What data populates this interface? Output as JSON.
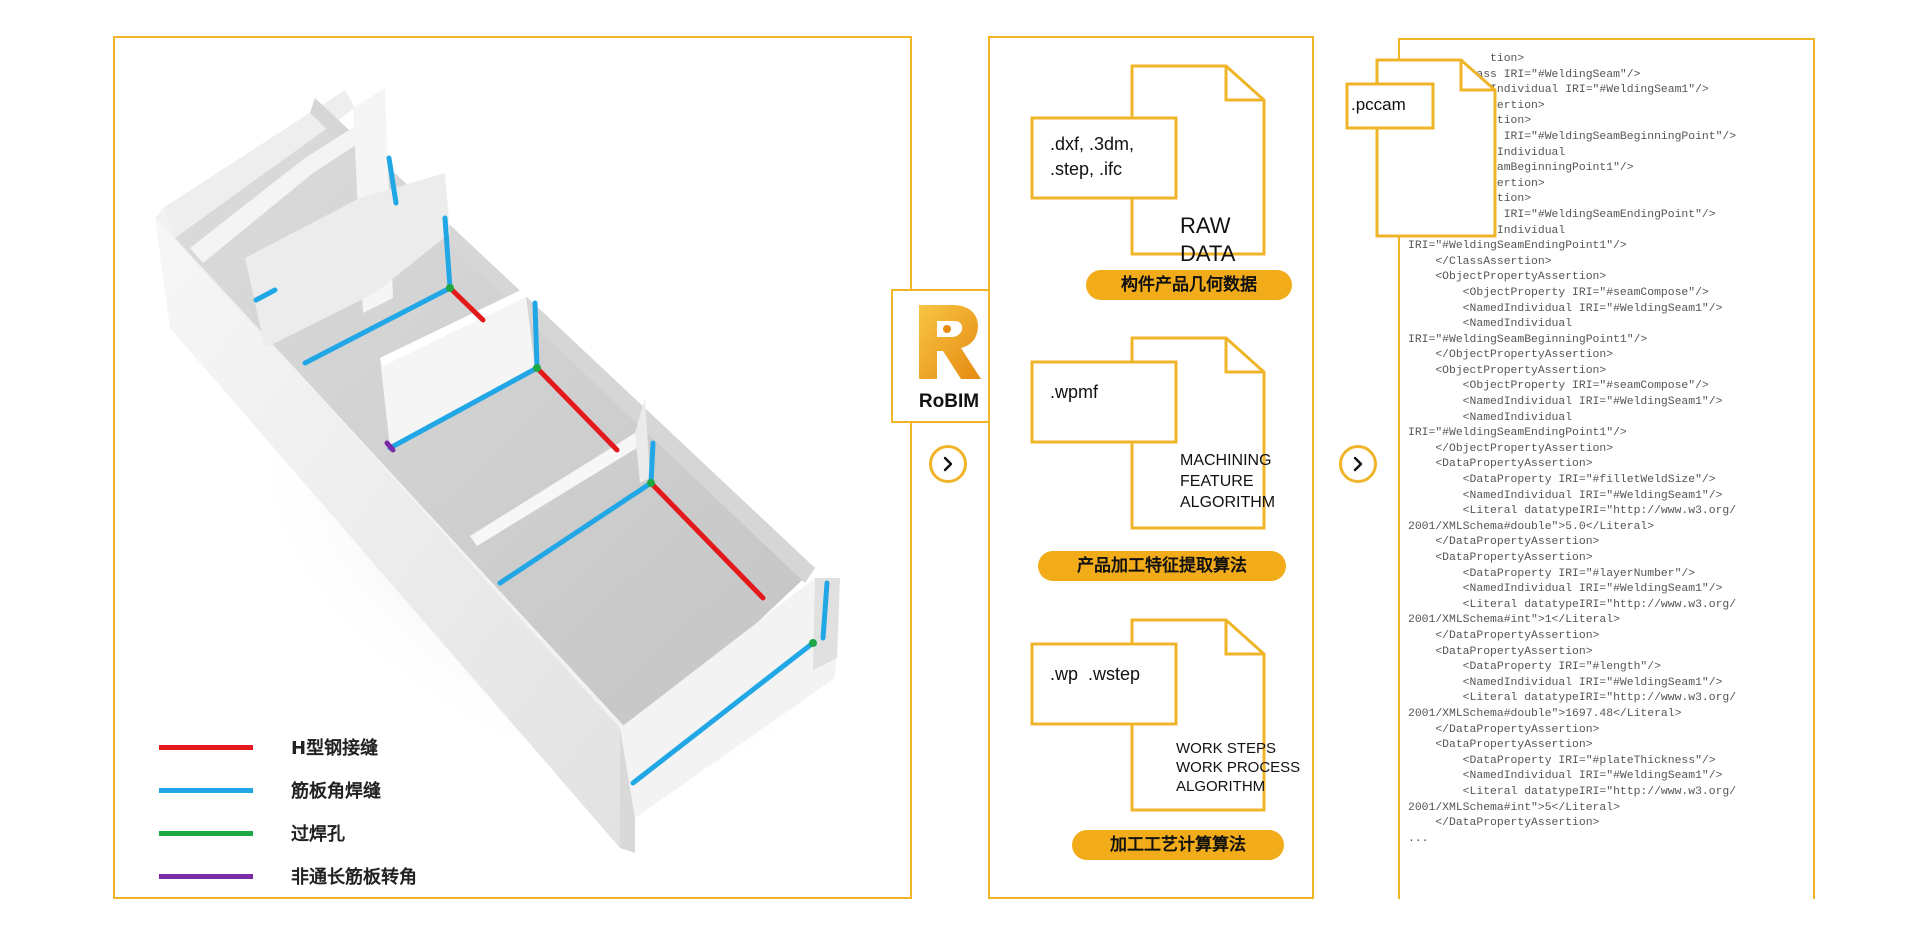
{
  "legend": [
    {
      "label": "H型钢接缝",
      "color": "#e3191b"
    },
    {
      "label": "筋板角焊缝",
      "color": "#22a7e6"
    },
    {
      "label": "过焊孔",
      "color": "#1ea845"
    },
    {
      "label": "非通长筋板转角",
      "color": "#7b2aa8"
    }
  ],
  "robim": {
    "name": "RoBIM"
  },
  "formats": [
    {
      "ext": ".dxf, .3dm,\n.step, .ifc",
      "desc": "RAW\nDATA",
      "pill": "构件产品几何数据"
    },
    {
      "ext": ".wpmf",
      "desc": "MACHINING\nFEATURE\nALGORITHM",
      "pill": "产品加工特征提取算法"
    },
    {
      "ext": ".wp  .wstep",
      "desc": "WORK STEPS\nWORK PROCESS\nALGORITHM",
      "pill": "加工工艺计算算法"
    }
  ],
  "pccam": {
    "ext": ".pccam"
  },
  "xml_text": "            tion>\n          ass IRI=\"#WeldingSeam\"/>\n          edIndividual IRI=\"#WeldingSeam1\"/>\n          Assertion>\n          sertion>\n          ass IRI=\"#WeldingSeamBeginningPoint\"/>\n          medIndividual\n          gSeamBeginningPoint1\"/>\n          Assertion>\n          sertion>\n          ass IRI=\"#WeldingSeamEndingPoint\"/>\n          medIndividual\nIRI=\"#WeldingSeamEndingPoint1\"/>\n    </ClassAssertion>\n    <ObjectPropertyAssertion>\n        <ObjectProperty IRI=\"#seamCompose\"/>\n        <NamedIndividual IRI=\"#WeldingSeam1\"/>\n        <NamedIndividual\nIRI=\"#WeldingSeamBeginningPoint1\"/>\n    </ObjectPropertyAssertion>\n    <ObjectPropertyAssertion>\n        <ObjectProperty IRI=\"#seamCompose\"/>\n        <NamedIndividual IRI=\"#WeldingSeam1\"/>\n        <NamedIndividual\nIRI=\"#WeldingSeamEndingPoint1\"/>\n    </ObjectPropertyAssertion>\n    <DataPropertyAssertion>\n        <DataProperty IRI=\"#filletWeldSize\"/>\n        <NamedIndividual IRI=\"#WeldingSeam1\"/>\n        <Literal datatypeIRI=\"http://www.w3.org/\n2001/XMLSchema#double\">5.0</Literal>\n    </DataPropertyAssertion>\n    <DataPropertyAssertion>\n        <DataProperty IRI=\"#layerNumber\"/>\n        <NamedIndividual IRI=\"#WeldingSeam1\"/>\n        <Literal datatypeIRI=\"http://www.w3.org/\n2001/XMLSchema#int\">1</Literal>\n    </DataPropertyAssertion>\n    <DataPropertyAssertion>\n        <DataProperty IRI=\"#length\"/>\n        <NamedIndividual IRI=\"#WeldingSeam1\"/>\n        <Literal datatypeIRI=\"http://www.w3.org/\n2001/XMLSchema#double\">1697.48</Literal>\n    </DataPropertyAssertion>\n    <DataPropertyAssertion>\n        <DataProperty IRI=\"#plateThickness\"/>\n        <NamedIndividual IRI=\"#WeldingSeam1\"/>\n        <Literal datatypeIRI=\"http://www.w3.org/\n2001/XMLSchema#int\">5</Literal>\n    </DataPropertyAssertion>\n...",
  "colors": {
    "accent": "#f0b429",
    "pill": "#f2ac1a"
  }
}
